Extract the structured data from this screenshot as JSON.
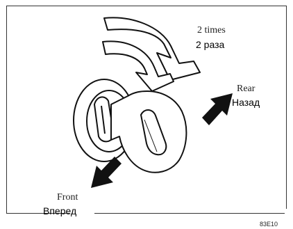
{
  "labels": {
    "times_en": "2 times",
    "times_ru": "2 раза",
    "rear_en": "Rear",
    "rear_ru": "Назад",
    "front_en": "Front",
    "front_ru": "Вперед",
    "figure_code": "83E10"
  },
  "colors": {
    "line": "#111111",
    "arrow_fill": "#111111",
    "background": "#ffffff"
  },
  "icons": [
    "curved-arrow-icon",
    "rear-arrow-icon",
    "front-arrow-icon",
    "ignition-lock-icon",
    "key-icon"
  ]
}
